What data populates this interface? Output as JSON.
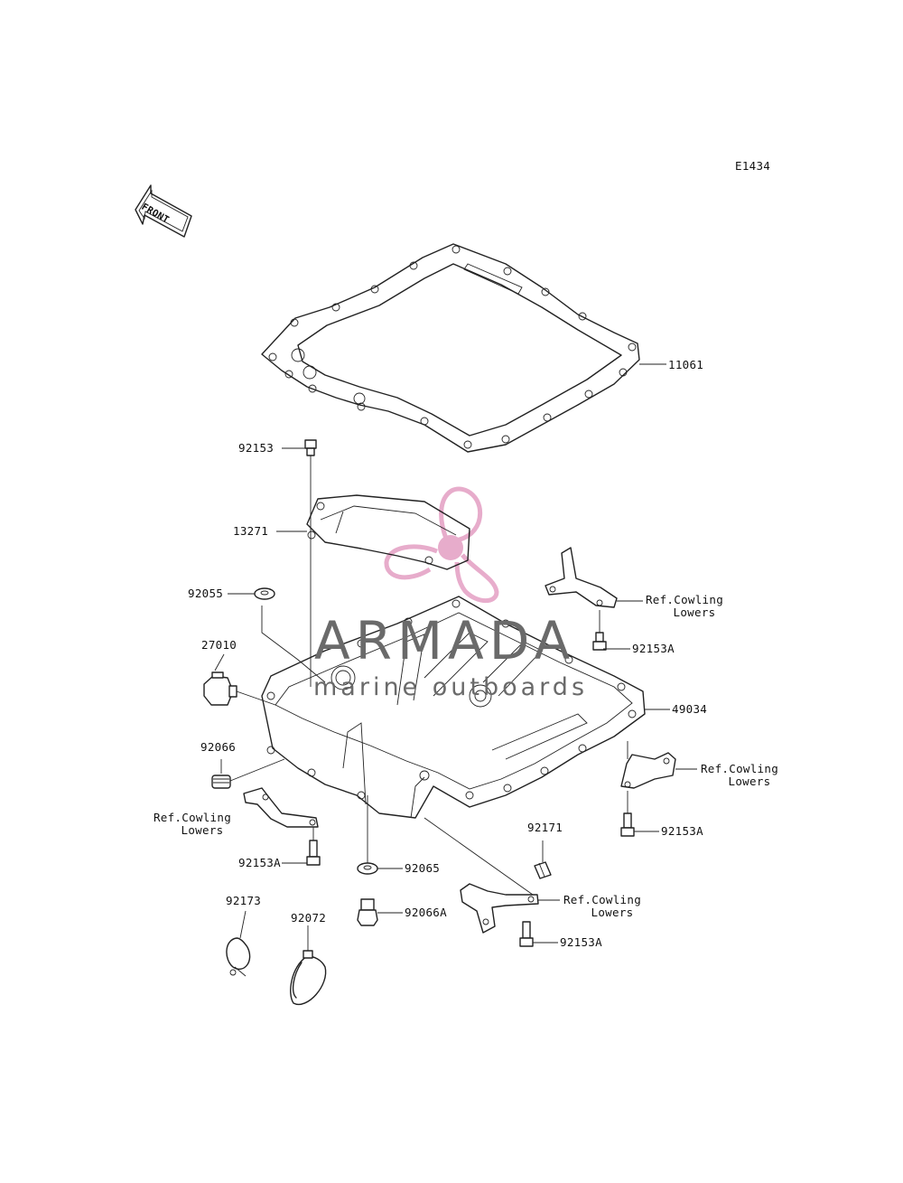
{
  "diagram_code": "E1434",
  "front_label": "FRONT",
  "watermark": {
    "brand": "ARMADA",
    "tagline": "marine outboards",
    "accent": "#e5a4c6",
    "text_color": "#6a6a6a"
  },
  "parts": {
    "p11061": "11061",
    "p92153": "92153",
    "p13271": "13271",
    "p92055": "92055",
    "p27010": "27010",
    "p92066": "92066",
    "p92153A_a": "92153A",
    "p92153A_b": "92153A",
    "p92153A_c": "92153A",
    "p92153A_d": "92153A",
    "p49034": "49034",
    "p92171": "92171",
    "p92065": "92065",
    "p92066A": "92066A",
    "p92173": "92173",
    "p92072": "92072"
  },
  "refs": [
    {
      "line1": "Ref.Cowling",
      "line2": "Lowers"
    },
    {
      "line1": "Ref.Cowling",
      "line2": "Lowers"
    },
    {
      "line1": "Ref.Cowling",
      "line2": "Lowers"
    },
    {
      "line1": "Ref.Cowling",
      "line2": "Lowers"
    }
  ]
}
